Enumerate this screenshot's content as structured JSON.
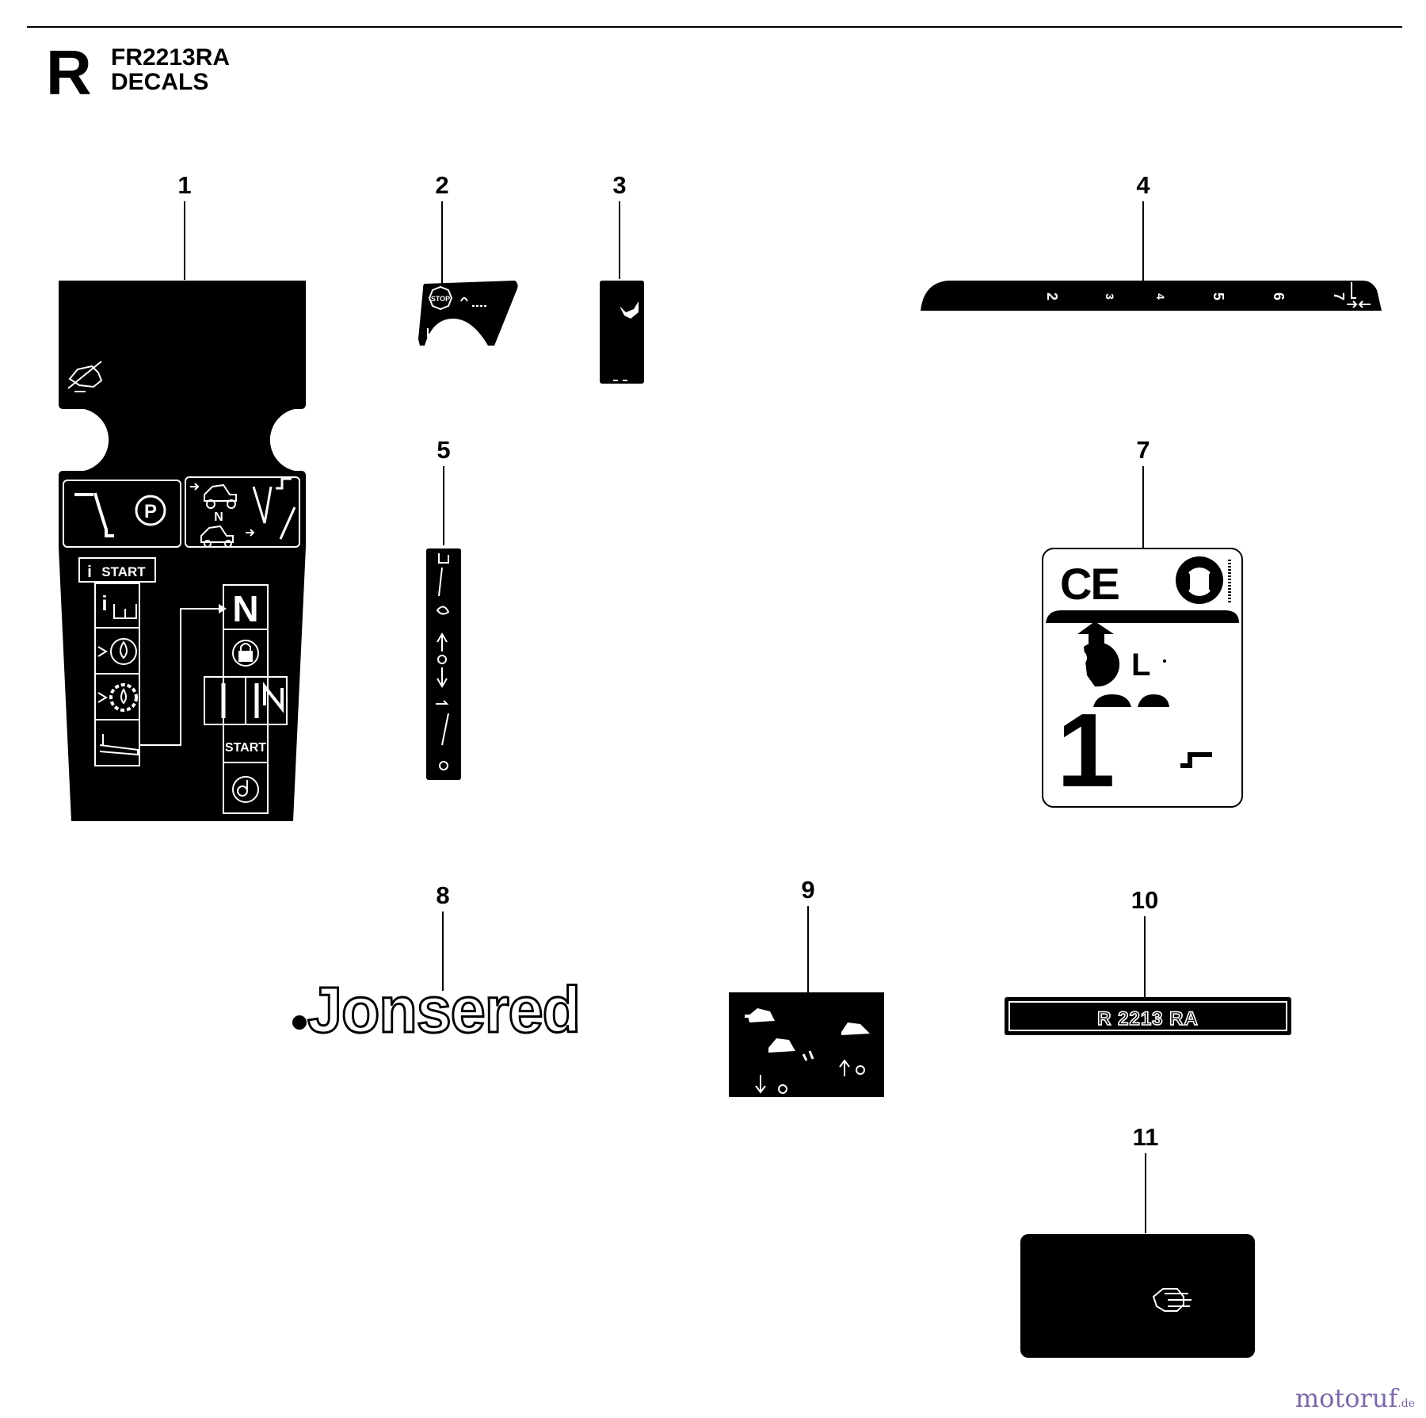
{
  "header": {
    "section_letter": "R",
    "model": "FR2213RA",
    "title": "DECALS"
  },
  "parts": [
    {
      "number": "1"
    },
    {
      "number": "2"
    },
    {
      "number": "3"
    },
    {
      "number": "4"
    },
    {
      "number": "5"
    },
    {
      "number": "7"
    },
    {
      "number": "8"
    },
    {
      "number": "9"
    },
    {
      "number": "10"
    },
    {
      "number": "11"
    }
  ],
  "decal_1": {
    "panel_start_label": "START",
    "neutral_label": "N",
    "start_label": "START",
    "park_symbol": "P",
    "mini_neutral": "N"
  },
  "decal_2": {
    "stop_label": "STOP"
  },
  "decal_4": {
    "gear_numbers": [
      "2",
      "3",
      "4",
      "5",
      "6",
      "7"
    ]
  },
  "decal_7": {
    "ce_mark": "CE",
    "level_label": "L",
    "value_digit": "1"
  },
  "decal_8": {
    "brand": "Jonsered"
  },
  "decal_10": {
    "model_plate": "R 2213 RA"
  },
  "watermark": {
    "brand": "motoruf",
    "suffix": ".de"
  }
}
